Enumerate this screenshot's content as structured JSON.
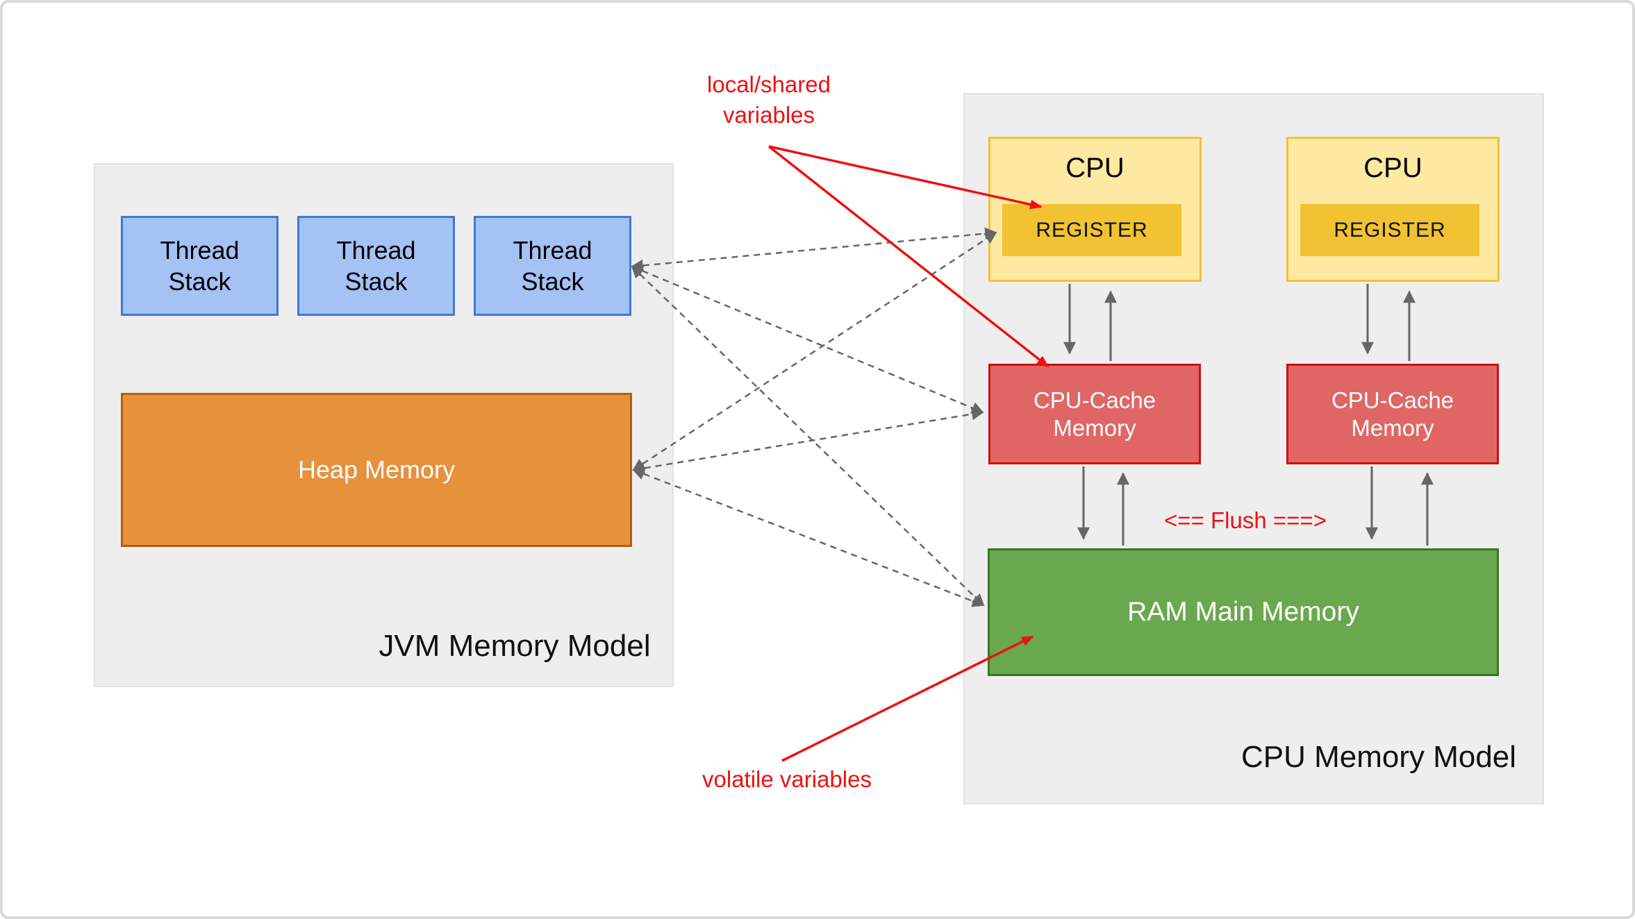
{
  "jvm_panel": {
    "title": "JVM Memory Model",
    "thread_stacks": [
      {
        "line1": "Thread",
        "line2": "Stack"
      },
      {
        "line1": "Thread",
        "line2": "Stack"
      },
      {
        "line1": "Thread",
        "line2": "Stack"
      }
    ],
    "heap": {
      "label": "Heap Memory"
    }
  },
  "cpu_panel": {
    "title": "CPU Memory Model",
    "cpus": [
      {
        "label": "CPU",
        "register": "REGISTER"
      },
      {
        "label": "CPU",
        "register": "REGISTER"
      }
    ],
    "caches": [
      {
        "line1": "CPU-Cache",
        "line2": "Memory"
      },
      {
        "line1": "CPU-Cache",
        "line2": "Memory"
      }
    ],
    "ram": {
      "label": "RAM Main Memory"
    },
    "flush_label": "<== Flush ===>"
  },
  "annotations": {
    "local_shared_line1": "local/shared",
    "local_shared_line2": "variables",
    "volatile": "volatile variables"
  },
  "colors": {
    "thread_fill": "#a4c2f4",
    "thread_edge": "#3e78d9",
    "heap_fill": "#e6913c",
    "heap_edge": "#b45f06",
    "cpu_fill": "#fde9a2",
    "cpu_edge": "#f1c232",
    "register_fill": "#f1c232",
    "cache_fill": "#e06666",
    "cache_edge": "#cc1111",
    "ram_fill": "#6aa84f",
    "ram_edge": "#38761d",
    "annotation_red": "#ee1111",
    "connector_gray": "#666666",
    "panel_bg": "#eeeeee"
  }
}
